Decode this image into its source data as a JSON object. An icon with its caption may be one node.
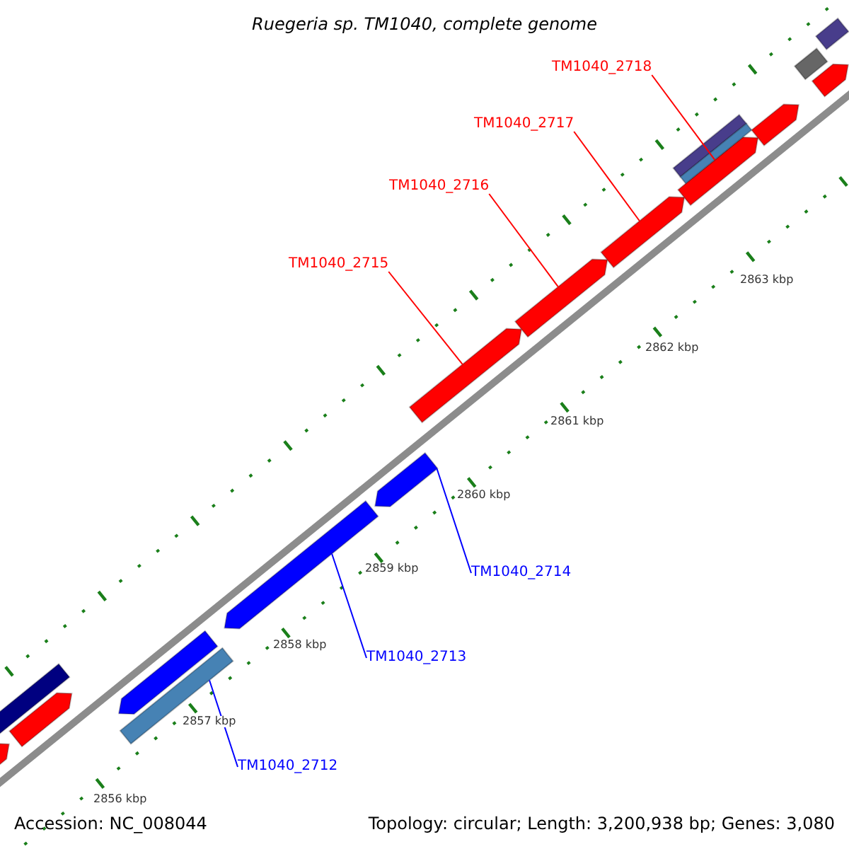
{
  "diagram": {
    "title": "Ruegeria sp. TM1040, complete genome",
    "nodes": [
      {
        "text": [
          "TM1040_2718"
        ]
      },
      {
        "text": [
          "TM1040_2717"
        ]
      },
      {
        "text": [
          "TM1040_2716"
        ]
      },
      {
        "text": [
          "TM1040_2715"
        ]
      },
      {
        "text": [
          "TM1040_2714"
        ]
      },
      {
        "text": [
          "TM1040_2713"
        ]
      },
      {
        "text": [
          "TM1040_2712"
        ]
      },
      {
        "text": [],
        "shape": "arrow"
      },
      {
        "text": [],
        "shape": "arrow"
      },
      {
        "text": [],
        "shape": "arrow"
      },
      {
        "text": [],
        "shape": "arrow"
      },
      {
        "text": [],
        "shape": "arrow"
      },
      {
        "text": [],
        "shape": "arrow"
      },
      {
        "text": [],
        "shape": "bar"
      },
      {
        "text": [],
        "shape": "arrow"
      },
      {
        "text": [],
        "shape": "arrow"
      },
      {
        "text": [],
        "shape": "bar"
      },
      {
        "text": [],
        "shape": "arrow"
      },
      {
        "text": [],
        "shape": "bar"
      },
      {
        "text": [],
        "shape": "bar"
      },
      {
        "text": [],
        "shape": "arrow"
      },
      {
        "text": [],
        "shape": "arrow"
      },
      {
        "text": [],
        "shape": "box"
      },
      {
        "text": [],
        "shape": "bar"
      }
    ],
    "edges": [
      {
        "from": 0,
        "to": 10,
        "arrow": "none"
      },
      {
        "from": 1,
        "to": 9,
        "arrow": "none"
      },
      {
        "from": 2,
        "to": 8,
        "arrow": "none"
      },
      {
        "from": 3,
        "to": 7,
        "arrow": "none"
      },
      {
        "from": 4,
        "to": 11,
        "arrow": "none",
        "color": "#0000ff"
      },
      {
        "from": 5,
        "to": 12,
        "arrow": "none",
        "color": "#0000ff"
      },
      {
        "from": 6,
        "to": 13,
        "arrow": "none",
        "color": "#0000ff"
      }
    ],
    "labels": [
      "2863 kbp",
      "2862 kbp",
      "2861 kbp",
      "2860 kbp",
      "2859 kbp",
      "2858 kbp",
      "2857 kbp",
      "2856 kbp",
      "Accession: NC_008044",
      "Topology: circular; Length: 3,200,938 bp; Genes: 3,080"
    ]
  }
}
